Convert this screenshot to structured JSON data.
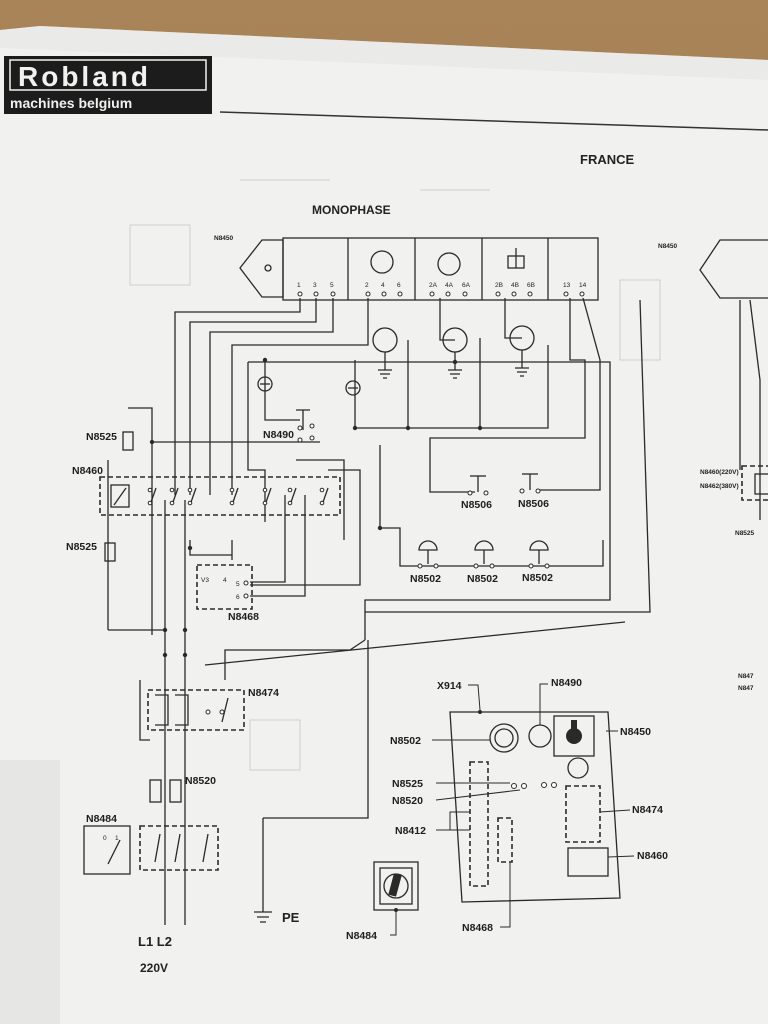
{
  "brand": {
    "name": "Robland",
    "tagline": "machines belgium"
  },
  "country": "FRANCE",
  "title": "MONOPHASE",
  "panel": {
    "label": "N8450",
    "terminals": [
      "1",
      "3",
      "5",
      "2",
      "4",
      "6",
      "2A",
      "4A",
      "6A",
      "2B",
      "4B",
      "6B",
      "13",
      "14"
    ]
  },
  "labels": {
    "n8525_top": "N8525",
    "n8460": "N8460",
    "n8525_bottom": "N8525",
    "n8490": "N8490",
    "n8506_a": "N8506",
    "n8506_b": "N8506",
    "n8502_a": "N8502",
    "n8502_b": "N8502",
    "n8502_c": "N8502",
    "n8468": "N8468",
    "relay_v3": "V3",
    "relay_4": "4",
    "relay_5": "5",
    "relay_6": "6",
    "n8474": "N8474",
    "n8520": "N8520",
    "n8484": "N8484",
    "pe": "PE",
    "l1l2": "L1 L2",
    "voltage": "220V"
  },
  "front_panel": {
    "x914": "X914",
    "n8490": "N8490",
    "n8502": "N8502",
    "n8450": "N8450",
    "n8525": "N8525",
    "n8520": "N8520",
    "n8474": "N8474",
    "n8412": "N8412",
    "n8460": "N8460",
    "n8468": "N8468",
    "n8484": "N8484"
  },
  "right_edge": {
    "n8450": "N8450",
    "n8460_220": "N8460(220V)",
    "n8462_380": "N8462(380V)",
    "n8525": "N8525",
    "n8474_a": "N847",
    "n8474_b": "N847"
  }
}
